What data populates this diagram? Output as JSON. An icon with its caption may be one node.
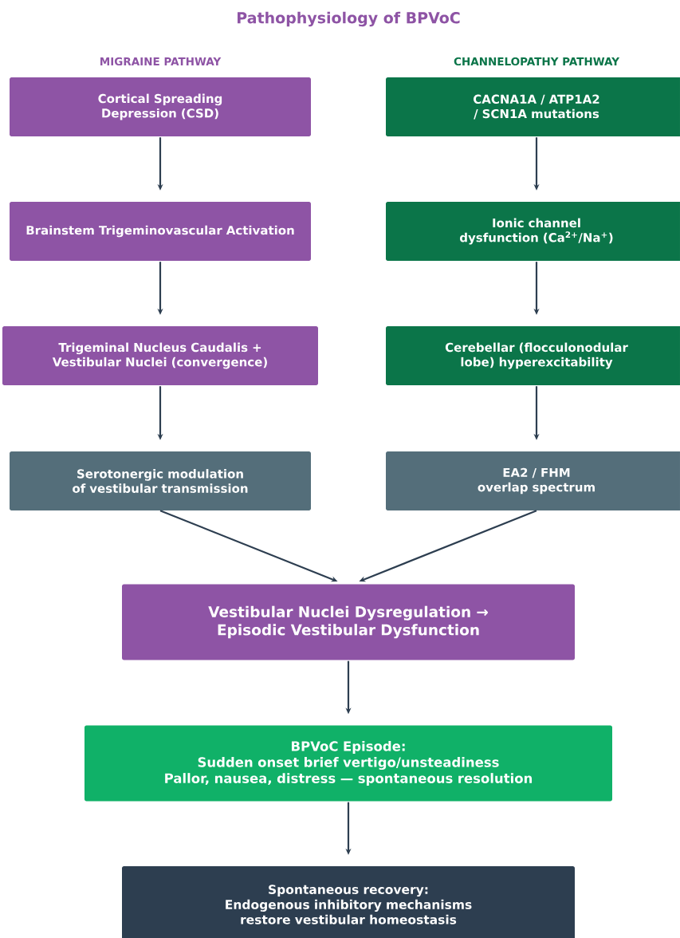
{
  "diagram": {
    "title": "Pathophysiology of BPVoC",
    "nodes": [
      {
        "text": [
          "Cortical Spreading Depression (CSD)"
        ]
      },
      {
        "text": [
          "Brainstem Trigeminovascular Activation"
        ]
      },
      {
        "text": [
          "Trigeminal Nucleus Caudalis + Vestibular Nuclei (convergence)"
        ]
      },
      {
        "text": [
          "Serotonergic modulation of vestibular transmission"
        ]
      },
      {
        "text": [
          "CACNA1A / ATP1A2 / SCN1A mutations"
        ]
      },
      {
        "text": [
          "Ionic channel dysfunction (Ca$^{2+}$/Na$^{+}$)"
        ]
      },
      {
        "text": [
          "Cerebellar (flocculonodular lobe) hyperexcitability"
        ]
      },
      {
        "text": [
          "EA2 / FHM overlap spectrum"
        ]
      },
      {
        "text": [
          "Vestibular Nuclei Dysregulation → Episodic Vestibular Dysfunction"
        ]
      },
      {
        "text": [
          "BPVoC Episode:",
          "Sudden onset brief vertigo/unsteadiness",
          "Pallor, nausea, distress — spontaneous resolution"
        ]
      },
      {
        "text": [
          "Spontaneous recovery:",
          "Endogenous inhibitory mechanisms restore vestibular homeostasis"
        ]
      }
    ],
    "edges": [
      {
        "from": 0,
        "to": 1,
        "arrow": "to"
      },
      {
        "from": 1,
        "to": 2,
        "arrow": "to"
      },
      {
        "from": 2,
        "to": 3,
        "arrow": "to"
      },
      {
        "from": 4,
        "to": 5,
        "arrow": "to"
      },
      {
        "from": 5,
        "to": 6,
        "arrow": "to"
      },
      {
        "from": 6,
        "to": 7,
        "arrow": "to"
      },
      {
        "from": 3,
        "to": 8,
        "arrow": "to"
      },
      {
        "from": 7,
        "to": 8,
        "arrow": "to"
      },
      {
        "from": 8,
        "to": 9,
        "arrow": "to"
      },
      {
        "from": 9,
        "to": 10,
        "arrow": "to"
      }
    ],
    "labels": [
      "MIGRAINE PATHWAY",
      "CHANNELOPATHY PATHWAY"
    ]
  }
}
